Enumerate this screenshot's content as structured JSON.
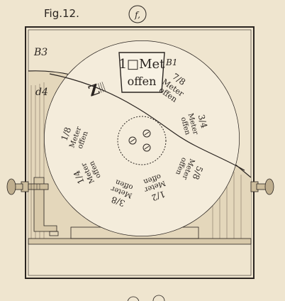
{
  "figure": {
    "title": "Fig.12.",
    "circle_label": "f,"
  },
  "labels": {
    "box_corner": "B3",
    "dial_ref": "B1",
    "edge_ref": "d4",
    "pointer_ref": "Z"
  },
  "window": {
    "line1": "1□Met",
    "line2": "offen"
  },
  "dial": {
    "sectors": [
      {
        "fraction": "1/8",
        "word1": "Meter",
        "word2": "offen"
      },
      {
        "fraction": "1/4",
        "word1": "Meter",
        "word2": "offen"
      },
      {
        "fraction": "3/8",
        "word1": "Meter",
        "word2": "offen"
      },
      {
        "fraction": "1/2",
        "word1": "Meter",
        "word2": "offen"
      },
      {
        "fraction": "5/8",
        "word1": "Meter",
        "word2": "offen"
      },
      {
        "fraction": "3/4",
        "word1": "Meter",
        "word2": "offen"
      },
      {
        "fraction": "7/8",
        "word1": "Meter",
        "word2": "offen"
      }
    ]
  }
}
